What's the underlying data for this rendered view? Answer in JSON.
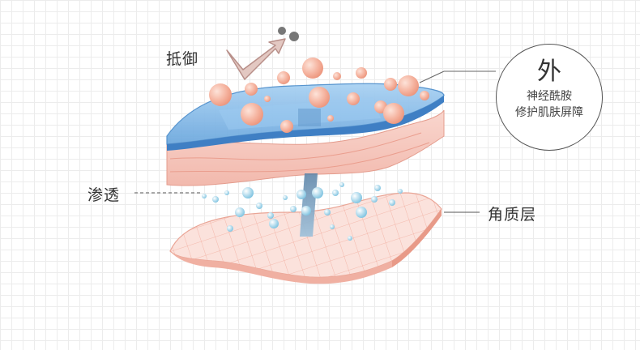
{
  "labels": {
    "defense": "抵御",
    "penetrate": "渗透",
    "stratum_corneum": "角质层"
  },
  "callout": {
    "big": "外",
    "line1": "神经酰胺",
    "line2": "修护肌肤屏障"
  },
  "colors": {
    "blue_layer": "#7fb6e6",
    "pink_layer": "#f6c9c0",
    "orange_bubble": "#f2a58e",
    "cyan_drop": "#8ecbe4",
    "grid": "#ececec"
  }
}
